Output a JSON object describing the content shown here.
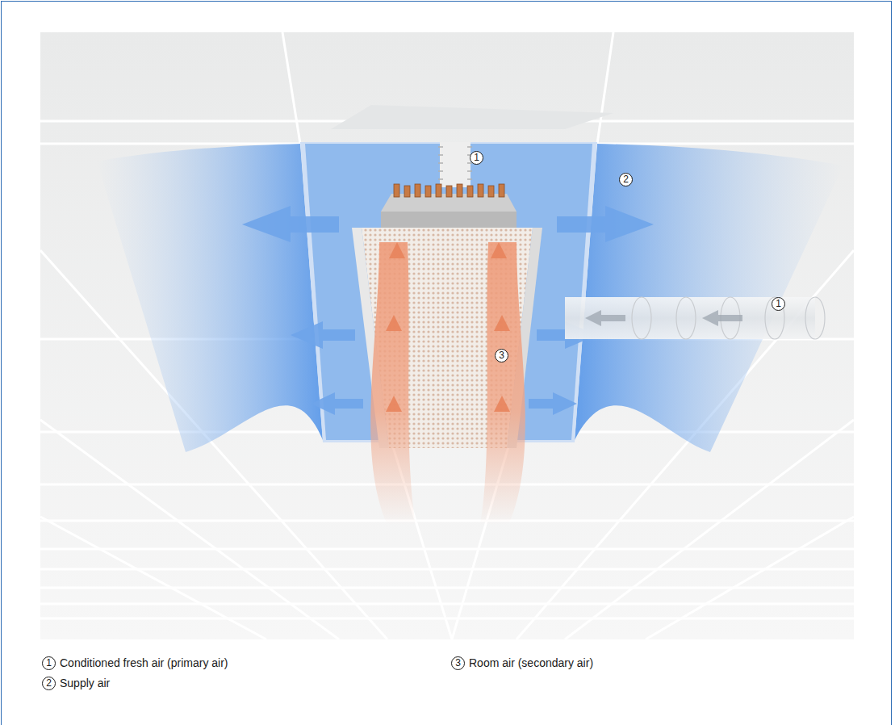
{
  "diagram": {
    "labels": [
      "1",
      "2",
      "1",
      "3",
      "1",
      "2",
      "3"
    ],
    "legend": [
      {
        "text": "Conditioned fresh air (primary air)"
      },
      {
        "text": "Supply air"
      },
      {
        "text": "Room air (secondary air)"
      }
    ]
  }
}
